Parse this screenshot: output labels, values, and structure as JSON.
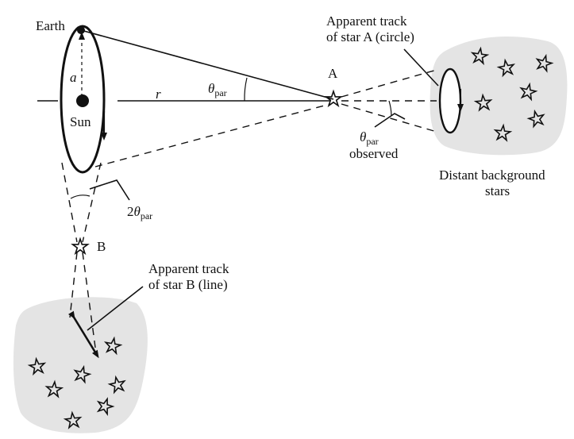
{
  "labels": {
    "earth": "Earth",
    "sun": "Sun",
    "a": "a",
    "r": "r",
    "theta": "θ",
    "par": "par",
    "star_a": "A",
    "star_b": "B",
    "track_a_line1": "Apparent track",
    "track_a_line2": "of star A (circle)",
    "observed": "observed",
    "two": "2",
    "background_line1": "Distant background",
    "background_line2": "stars",
    "track_b_line1": "Apparent track",
    "track_b_line2": "of star B (line)"
  },
  "colors": {
    "ink": "#111111",
    "background_patch": "#e4e4e4"
  }
}
